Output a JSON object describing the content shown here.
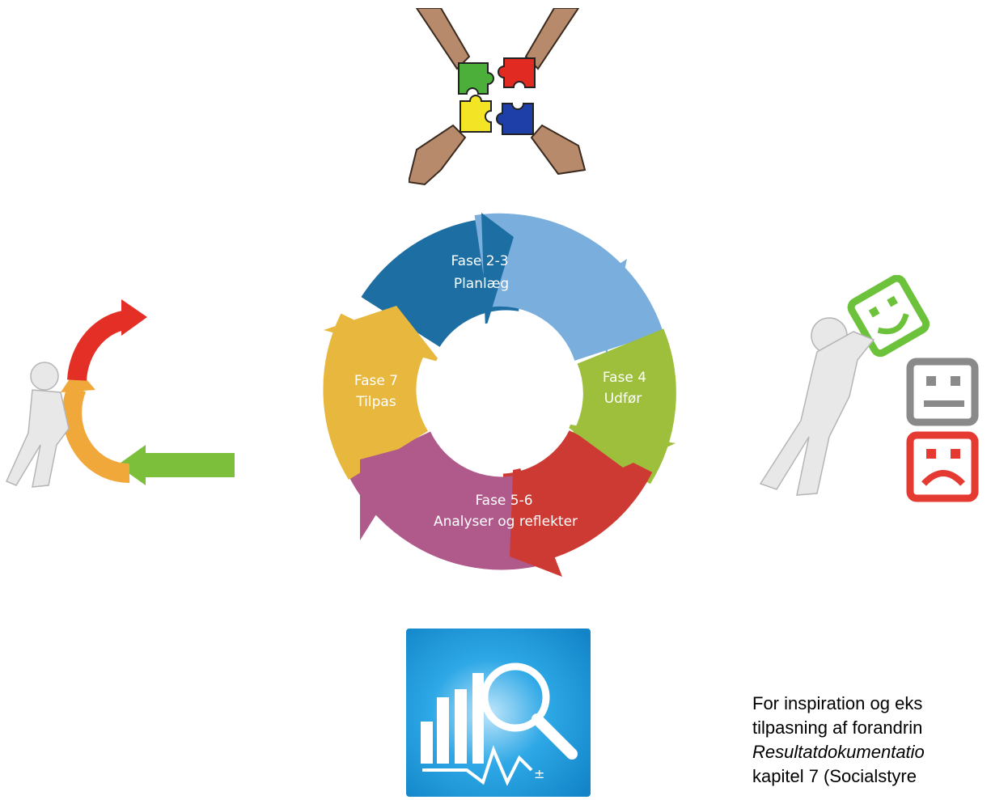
{
  "cycle": {
    "phases": [
      {
        "number": "Fase 2-3",
        "name": "Planlæg",
        "color": "#7aaedd"
      },
      {
        "number": "Fase 4",
        "name": "Udfør",
        "color": "#9dbf3b"
      },
      {
        "number": "Fase 5-6",
        "name": "Analyser og reflekter",
        "color": "#cc3a33"
      },
      {
        "number": "Fase 7",
        "name": "Tilpas",
        "color": "#e8b83e"
      }
    ],
    "extra_colors": {
      "dark_blue": "#1d6fa3",
      "purple": "#b05a8c"
    }
  },
  "info": {
    "line1": "For inspiration og eks",
    "line2": "tilpasning af forandrin",
    "line3": "Resultatdokumentatio",
    "line4": "kapitel 7 (Socialstyre"
  },
  "icons": {
    "puzzle": "puzzle-hands-icon",
    "adjust": "person-pushing-arrows-icon",
    "evaluate": "person-smiley-rating-icon",
    "analytics": "analytics-magnifier-icon"
  }
}
